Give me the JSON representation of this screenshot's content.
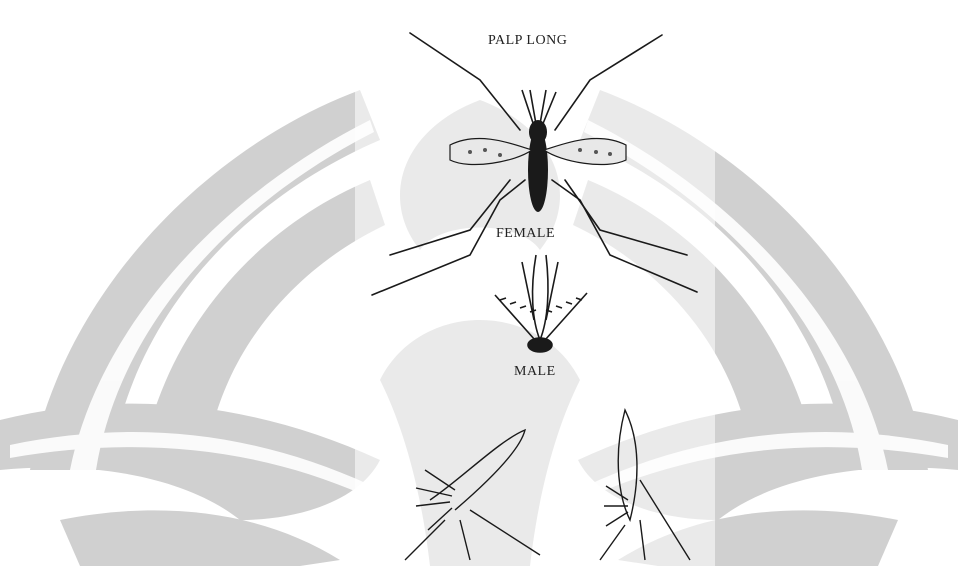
{
  "labels": {
    "palp": "PALP LONG",
    "female": "FEMALE",
    "male": "MALE"
  },
  "colors": {
    "watermark": "#cdcdcd",
    "ink": "#1a1a1a"
  },
  "icons": [
    "university-seal-watermark-icon",
    "female-mosquito-icon",
    "male-palp-icon",
    "resting-posture-icon"
  ]
}
